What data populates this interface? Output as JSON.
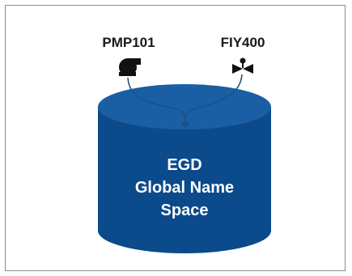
{
  "devices": [
    {
      "tag": "PMP101",
      "icon": "pump-icon"
    },
    {
      "tag": "FIY400",
      "icon": "valve-icon"
    }
  ],
  "database": {
    "lines": [
      "EGD",
      "Global Name",
      "Space"
    ]
  },
  "colors": {
    "cylinder_body": "#0b4a8b",
    "cylinder_top": "#1a5fa3",
    "arrow": "#1c4f8a",
    "icon": "#111111",
    "border": "#8c8c8c"
  }
}
